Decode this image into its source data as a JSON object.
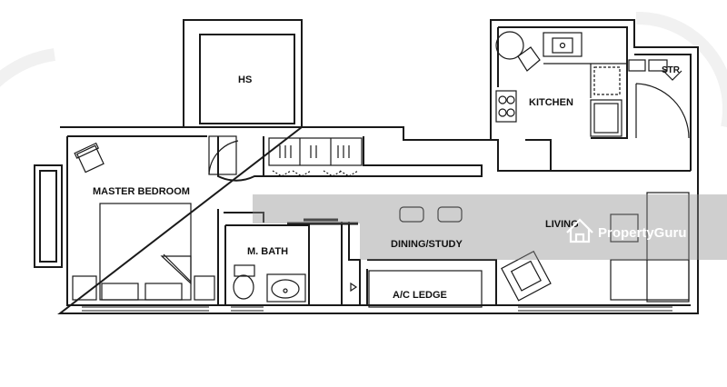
{
  "rooms": {
    "hs": "HS",
    "kitchen": "KITCHEN",
    "str": "STR",
    "master_bedroom": "MASTER BEDROOM",
    "living": "LIVING",
    "m_bath": "M. BATH",
    "dining_study": "DINING/STUDY",
    "ac_ledge": "A/C LEDGE"
  },
  "watermark": {
    "brand": "PropertyGuru",
    "icon": "house-logo-icon"
  },
  "colors": {
    "line": "#1a1a1a",
    "overlay": "#8c8c8c",
    "background": "#ffffff"
  }
}
